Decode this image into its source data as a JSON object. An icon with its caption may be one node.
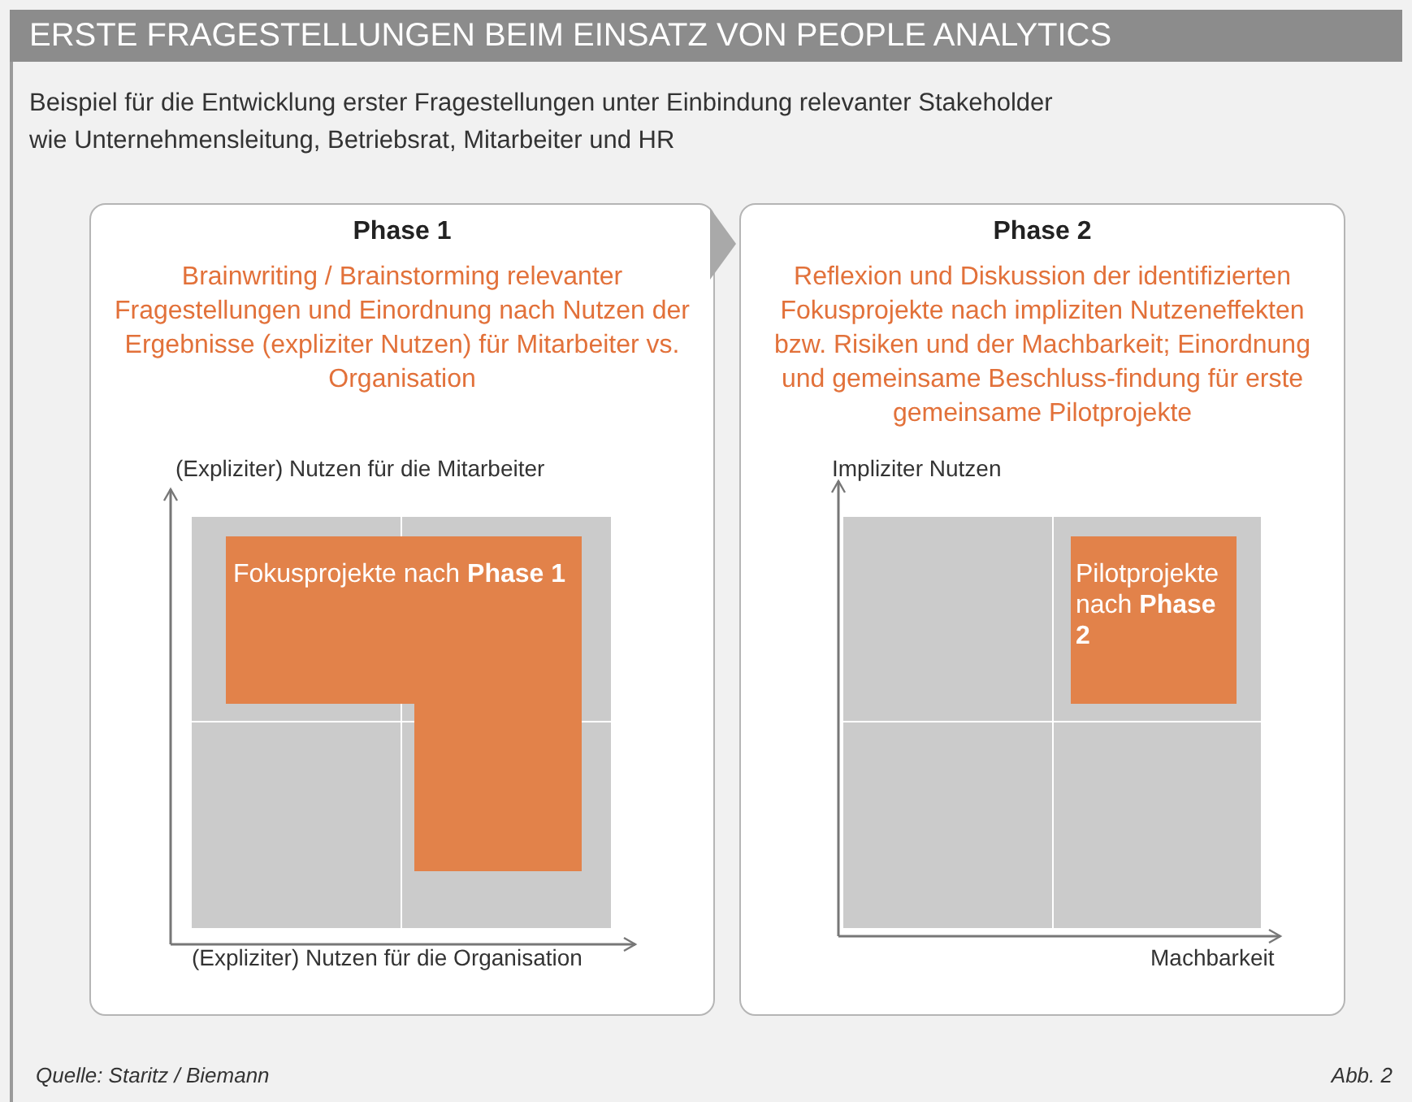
{
  "diagram": {
    "title": "ERSTE FRAGESTELLUNGEN BEIM EINSATZ VON PEOPLE ANALYTICS",
    "nodes": [
      {
        "text": [
          "Phase 1",
          "Brainwriting / Brainstorming relevanter Fragestellungen und Einordnung nach Nutzen der Ergebnisse (expliziter Nutzen) für Mitarbeiter vs. Organisation"
        ]
      },
      {
        "text": [
          "Phase 2",
          "Reflexion und Diskussion der identifizierten Fokusprojekte nach impliziten Nutzeneffekten bzw. Risiken und der Machbarkeit; Einordnung und gemeinsame Beschluss-findung für erste gemeinsame Pilotprojekte"
        ]
      },
      {
        "text": [
          "Fokusprojekte nach **Phase 1**"
        ],
        "in": 0
      },
      {
        "text": [
          "Pilotprojekte nach **Phase 2**"
        ],
        "in": 1
      }
    ],
    "edges": [
      {
        "from": 0,
        "to": 1,
        "arrow": "to"
      }
    ],
    "labels": [
      "Beispiel für die Entwicklung erster Fragestellungen unter Einbindung relevanter Stakeholder wie Unternehmensleitung, Betriebsrat, Mitarbeiter und HR",
      "(Expliziter) Nutzen für die Mitarbeiter",
      "Impliziter Nutzen",
      "(Expliziter) Nutzen für die Organisation",
      "Machbarkeit",
      "Quelle: Staritz / Biemann",
      "Abb. 2"
    ]
  }
}
